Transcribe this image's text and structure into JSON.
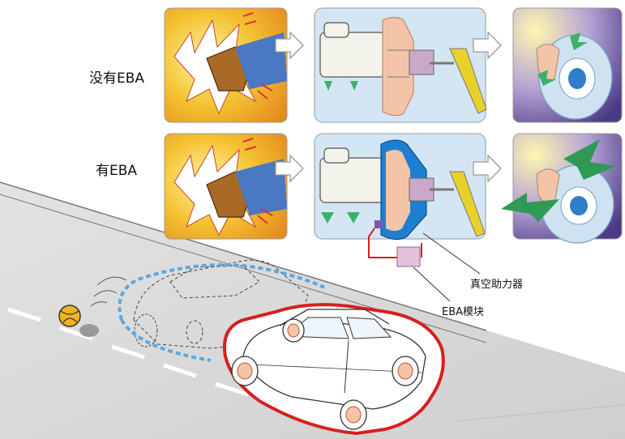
{
  "rows": [
    {
      "label": "没有EBA"
    },
    {
      "label": "有EBA"
    }
  ],
  "callouts": {
    "vacuum_booster": "真空助力器",
    "eba_module": "EBA模块"
  },
  "colors": {
    "panel_yellow": "#f2b733",
    "panel_blue": "#d4e6f4",
    "panel_purple": "#8a78b8",
    "booster_peach": "#f3c4a8",
    "booster_blue": "#1e7fd0",
    "car_outline_red": "#d72020",
    "trajectory_blue": "#5aa9e0",
    "road_gray": "#d9d9d9",
    "arrow_green": "#2e9a56",
    "pedal_yellow": "#e8d22a"
  }
}
